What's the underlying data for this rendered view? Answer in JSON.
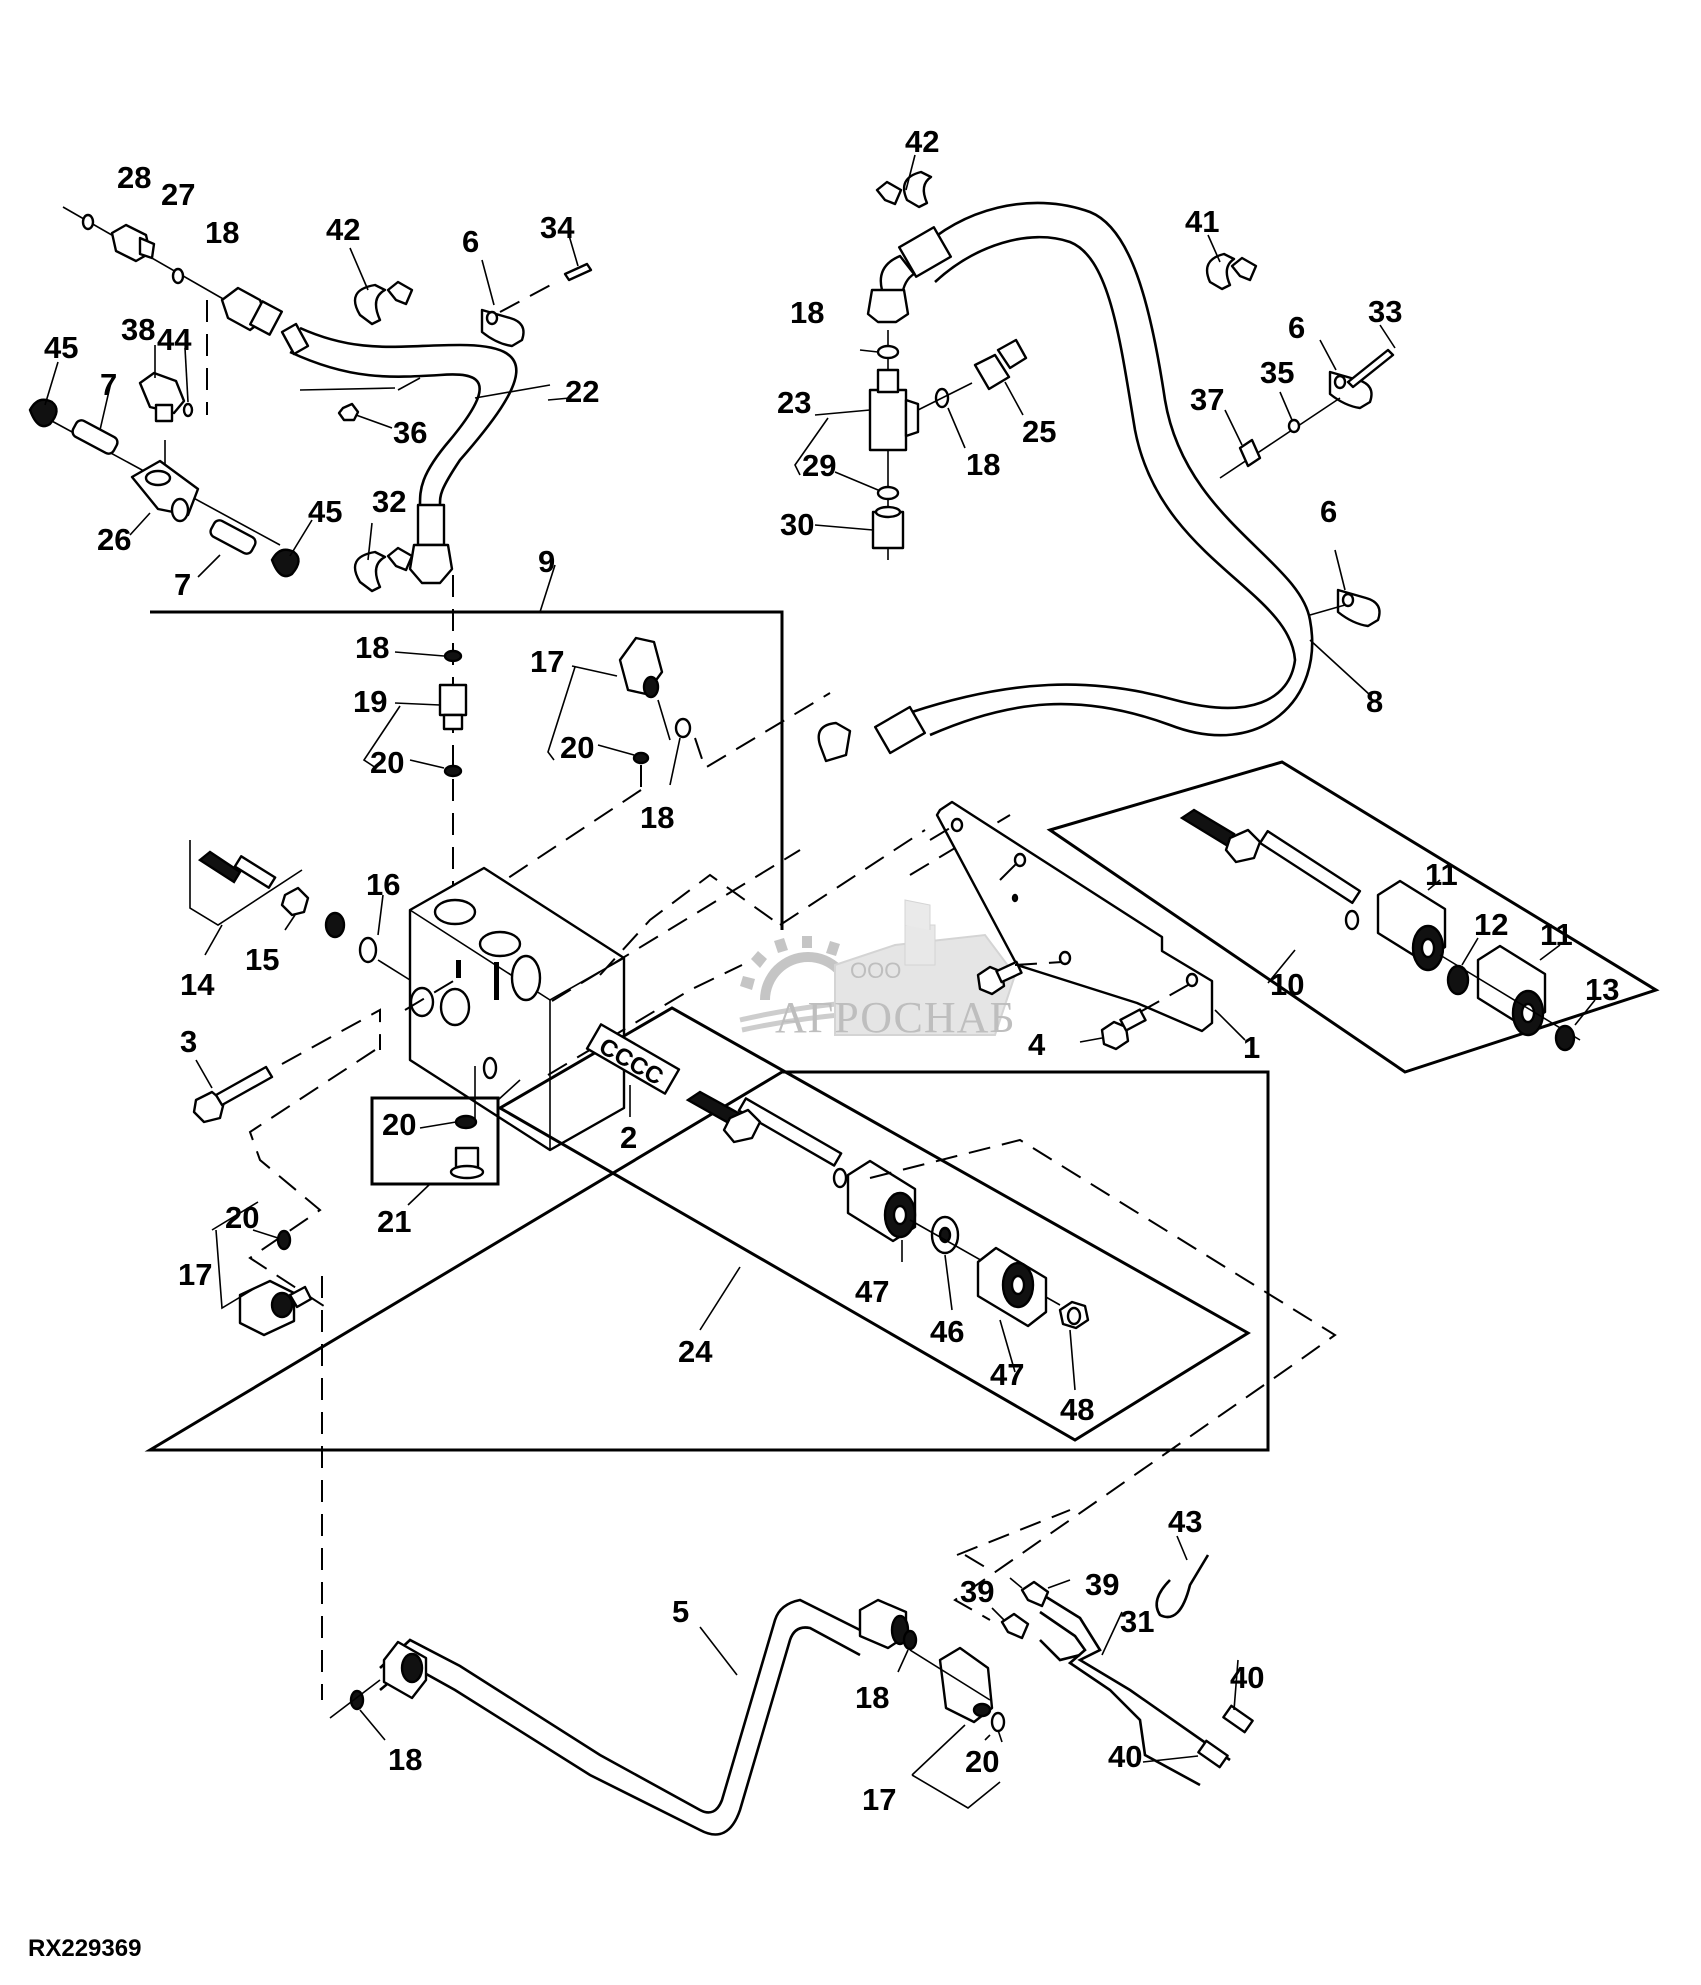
{
  "diagram": {
    "title": "Hydraulic valve assembly exploded parts view",
    "drawing_id": "RX229369",
    "watermark": {
      "company_prefix": "ООО",
      "company_name": "АГРОСНАБ"
    },
    "callouts": [
      {
        "id": "c28a",
        "label": "28"
      },
      {
        "id": "c27a",
        "label": "27"
      },
      {
        "id": "c18a",
        "label": "18"
      },
      {
        "id": "c42a",
        "label": "42"
      },
      {
        "id": "c6a",
        "label": "6"
      },
      {
        "id": "c34a",
        "label": "34"
      },
      {
        "id": "c45a",
        "label": "45"
      },
      {
        "id": "c38a",
        "label": "38"
      },
      {
        "id": "c44a",
        "label": "44"
      },
      {
        "id": "c7a",
        "label": "7"
      },
      {
        "id": "c22a",
        "label": "22"
      },
      {
        "id": "c36a",
        "label": "36"
      },
      {
        "id": "c26a",
        "label": "26"
      },
      {
        "id": "c45b",
        "label": "45"
      },
      {
        "id": "c7b",
        "label": "7"
      },
      {
        "id": "c32a",
        "label": "32"
      },
      {
        "id": "c9a",
        "label": "9"
      },
      {
        "id": "c42b",
        "label": "42"
      },
      {
        "id": "c41a",
        "label": "41"
      },
      {
        "id": "c33a",
        "label": "33"
      },
      {
        "id": "c6b",
        "label": "6"
      },
      {
        "id": "c35a",
        "label": "35"
      },
      {
        "id": "c37a",
        "label": "37"
      },
      {
        "id": "c18b",
        "label": "18"
      },
      {
        "id": "c23a",
        "label": "23"
      },
      {
        "id": "c25a",
        "label": "25"
      },
      {
        "id": "c18c",
        "label": "18"
      },
      {
        "id": "c29a",
        "label": "29"
      },
      {
        "id": "c30a",
        "label": "30"
      },
      {
        "id": "c6c",
        "label": "6"
      },
      {
        "id": "c8a",
        "label": "8"
      },
      {
        "id": "c18d",
        "label": "18"
      },
      {
        "id": "c17a",
        "label": "17"
      },
      {
        "id": "c19a",
        "label": "19"
      },
      {
        "id": "c20a",
        "label": "20"
      },
      {
        "id": "c20b",
        "label": "20"
      },
      {
        "id": "c18e",
        "label": "18"
      },
      {
        "id": "c16a",
        "label": "16"
      },
      {
        "id": "c15a",
        "label": "15"
      },
      {
        "id": "c14a",
        "label": "14"
      },
      {
        "id": "c3a",
        "label": "3"
      },
      {
        "id": "c11a",
        "label": "11"
      },
      {
        "id": "c12a",
        "label": "12"
      },
      {
        "id": "c11b",
        "label": "11"
      },
      {
        "id": "c10a",
        "label": "10"
      },
      {
        "id": "c13a",
        "label": "13"
      },
      {
        "id": "c4a",
        "label": "4"
      },
      {
        "id": "c1a",
        "label": "1"
      },
      {
        "id": "c20c",
        "label": "20"
      },
      {
        "id": "c2a",
        "label": "2"
      },
      {
        "id": "c21a",
        "label": "21"
      },
      {
        "id": "c20d",
        "label": "20"
      },
      {
        "id": "c17b",
        "label": "17"
      },
      {
        "id": "c24a",
        "label": "24"
      },
      {
        "id": "c47a",
        "label": "47"
      },
      {
        "id": "c46a",
        "label": "46"
      },
      {
        "id": "c47b",
        "label": "47"
      },
      {
        "id": "c48a",
        "label": "48"
      },
      {
        "id": "c43a",
        "label": "43"
      },
      {
        "id": "c39a",
        "label": "39"
      },
      {
        "id": "c39b",
        "label": "39"
      },
      {
        "id": "c31a",
        "label": "31"
      },
      {
        "id": "c5a",
        "label": "5"
      },
      {
        "id": "c40a",
        "label": "40"
      },
      {
        "id": "c18f",
        "label": "18"
      },
      {
        "id": "c18g",
        "label": "18"
      },
      {
        "id": "c40b",
        "label": "40"
      },
      {
        "id": "c17c",
        "label": "17"
      },
      {
        "id": "c20e",
        "label": "20"
      }
    ]
  }
}
